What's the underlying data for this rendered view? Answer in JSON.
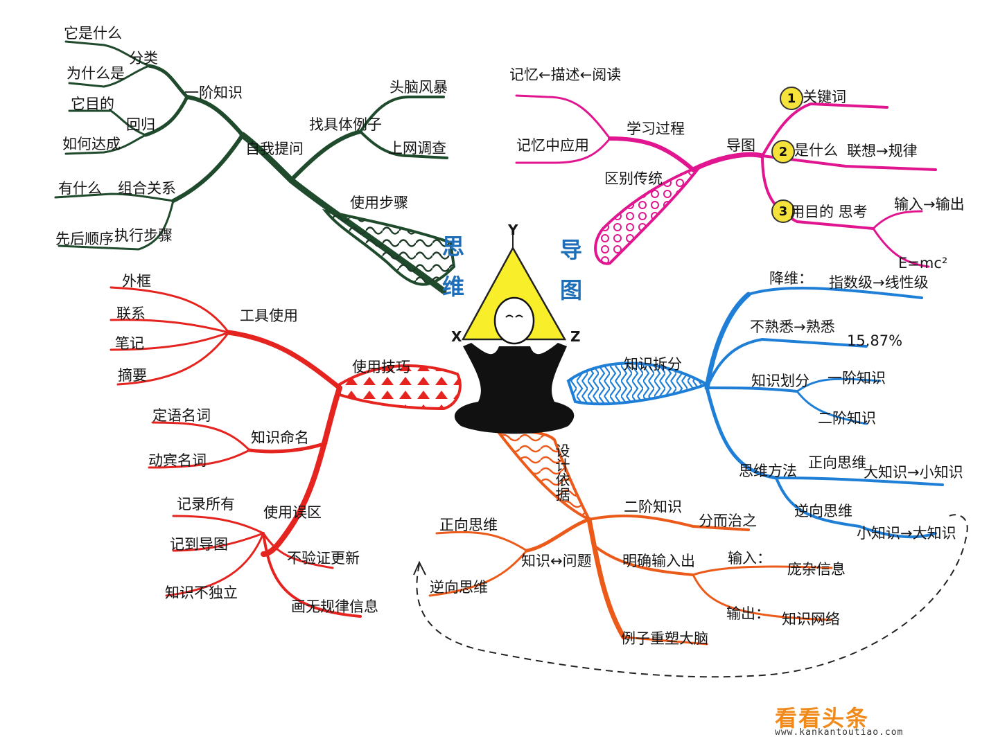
{
  "center": {
    "title_left": [
      "思",
      "维"
    ],
    "title_right": [
      "导",
      "图"
    ],
    "axis_y": "Y",
    "axis_x": "X",
    "axis_z": "Z"
  },
  "colors": {
    "green": "#1f4a2c",
    "pink": "#e0158f",
    "red": "#e5231f",
    "blue": "#1f7fd6",
    "orange": "#ec5a1a",
    "title": "#1f6fb8"
  },
  "branches": {
    "green": {
      "main": "自我提问",
      "sub1": "一阶知识",
      "a1": "分类",
      "a1_items": [
        "它是什么",
        "为什么是"
      ],
      "a2": "回归",
      "a2_items": [
        "它目的",
        "如何达成"
      ],
      "sub2_items": [
        "有什么",
        "组合关系",
        "先后顺序",
        "执行步骤"
      ],
      "sub3": "找具体例子",
      "sub3_items": [
        "头脑风暴",
        "上网调查"
      ],
      "sub4": "使用步骤"
    },
    "pink": {
      "main": "导图",
      "learn": "学习过程",
      "learn_items": [
        "记忆←描述←阅读",
        "记忆中应用"
      ],
      "diff": "区别传统",
      "keyword": "关键词",
      "what": "是什么",
      "assoc": "联想→规律",
      "purpose": "用目的  思考",
      "io": "输入→输出",
      "emc": "E=mc²",
      "nums": [
        "1",
        "2",
        "3"
      ]
    },
    "red": {
      "main": "使用技巧",
      "tool": "工具使用",
      "tool_items": [
        "外框",
        "联系",
        "笔记",
        "摘要"
      ],
      "naming": "知识命名",
      "naming_items": [
        "定语名词",
        "动宾名词"
      ],
      "cautions": "使用误区",
      "cautions_items": [
        "记录所有",
        "记到导图",
        "知识不独立",
        "不验证更新",
        "画无规律信息"
      ]
    },
    "blue": {
      "main": "知识拆分",
      "dim": "降维：",
      "dim_value": "指数级→线性级",
      "loss": "不熟悉→熟悉",
      "loss_value": "15.87%",
      "level": "知识划分",
      "level_items": [
        "一阶知识",
        "二阶知识"
      ],
      "method": "思维方法",
      "forward": "正向思维",
      "forward_value": "大知识→小知识",
      "reverse": "逆向思维",
      "reverse_value": "小知识→大知识"
    },
    "orange": {
      "main": "设计依据",
      "second": "二阶知识",
      "divide": "分而治之",
      "link": "知识↔问题",
      "link_items": [
        "正向思维",
        "逆向思维"
      ],
      "io": "明确输入出",
      "input": "输入：",
      "input_value": "庞杂信息",
      "output": "输出：",
      "output_value": "知识网络",
      "example": "例子重塑大脑"
    }
  },
  "watermark": {
    "brand_a": "看看",
    "brand_b": "头条",
    "url": "www.kankantoutiao.com"
  }
}
